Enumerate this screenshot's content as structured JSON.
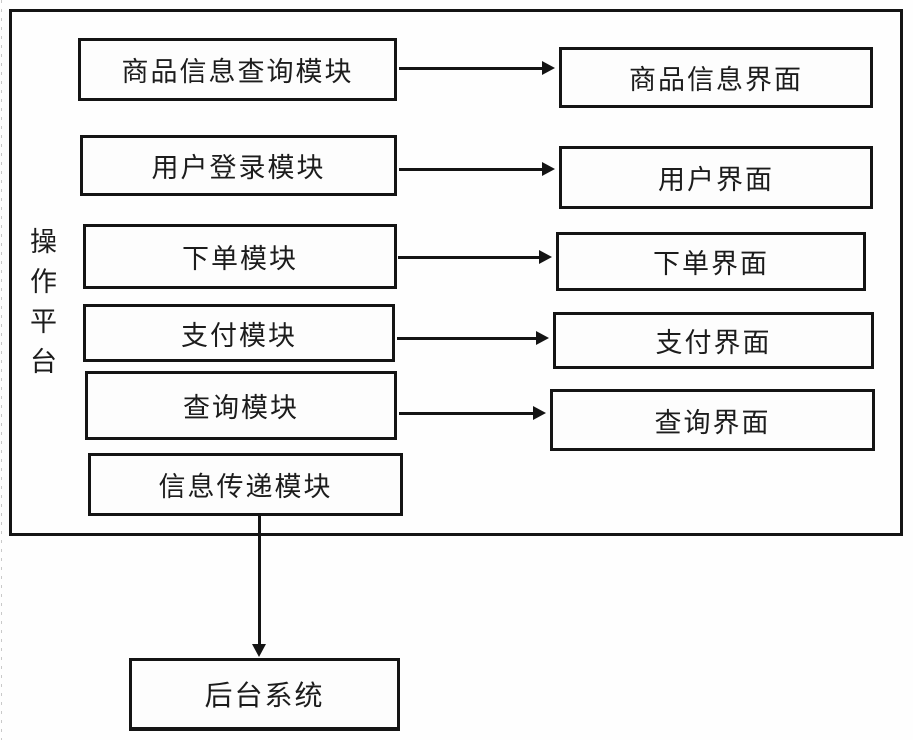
{
  "diagram": {
    "platform_label": "操作平台",
    "modules": [
      {
        "label": "商品信息查询模块"
      },
      {
        "label": "用户登录模块"
      },
      {
        "label": "下单模块"
      },
      {
        "label": "支付模块"
      },
      {
        "label": "查询模块"
      },
      {
        "label": "信息传递模块"
      }
    ],
    "interfaces": [
      {
        "label": "商品信息界面"
      },
      {
        "label": "用户界面"
      },
      {
        "label": "下单界面"
      },
      {
        "label": "支付界面"
      },
      {
        "label": "查询界面"
      }
    ],
    "backend_label": "后台系统",
    "connections": [
      {
        "from": "商品信息查询模块",
        "to": "商品信息界面"
      },
      {
        "from": "用户登录模块",
        "to": "用户界面"
      },
      {
        "from": "下单模块",
        "to": "下单界面"
      },
      {
        "from": "支付模块",
        "to": "支付界面"
      },
      {
        "from": "查询模块",
        "to": "查询界面"
      },
      {
        "from": "信息传递模块",
        "to": "后台系统"
      }
    ],
    "colors": {
      "line": "#141414",
      "background": "#ffffff"
    }
  }
}
